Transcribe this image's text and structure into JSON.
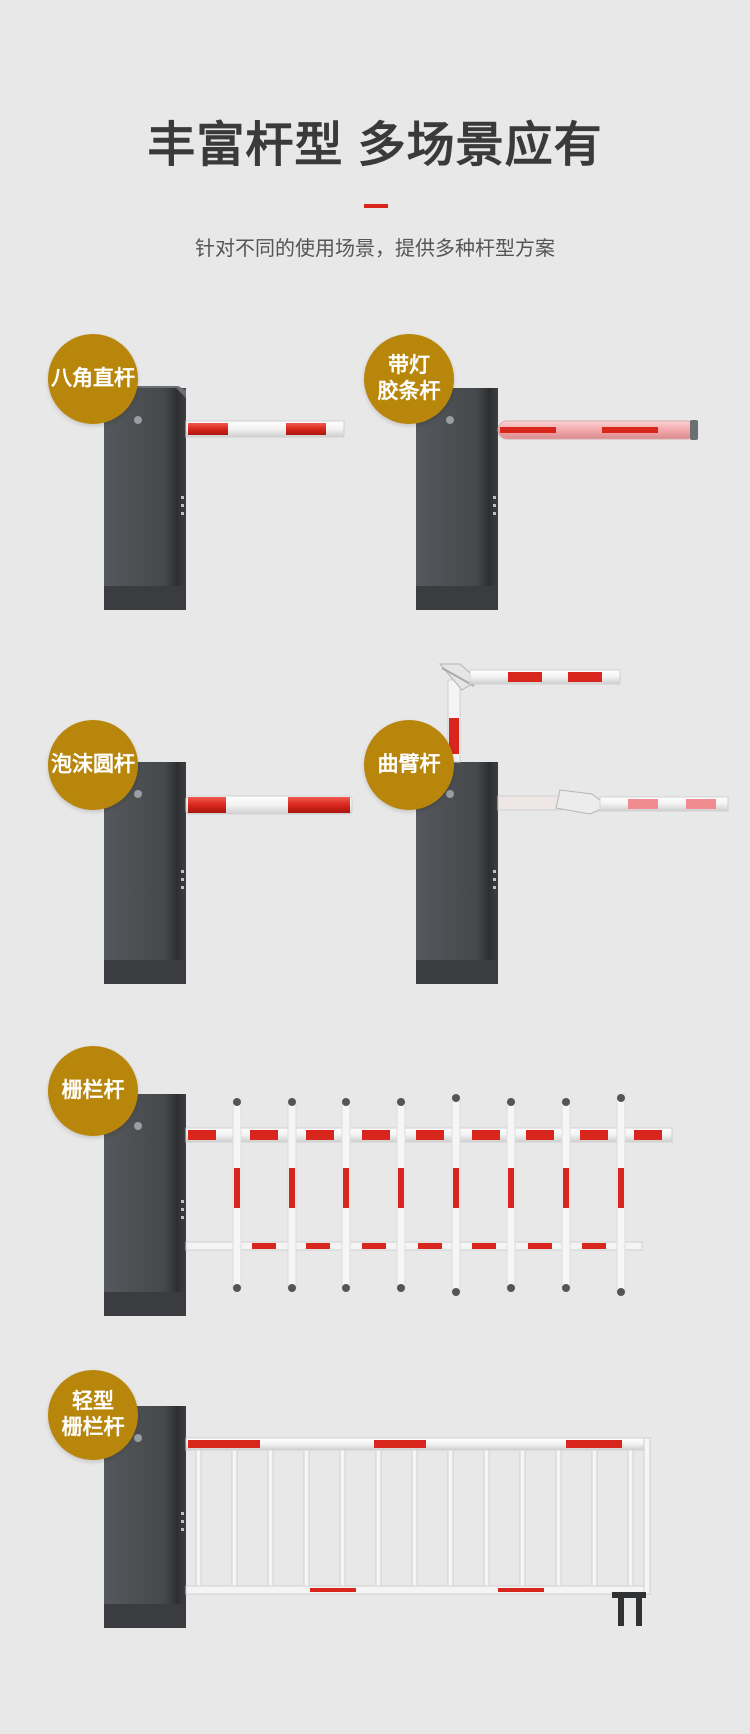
{
  "header": {
    "title": "丰富杆型 多场景应有",
    "subtitle": "针对不同的使用场景，提供多种杆型方案"
  },
  "products": [
    {
      "label": "八角直杆"
    },
    {
      "label": "带灯\n胶条杆"
    },
    {
      "label": "泡沫圆杆"
    },
    {
      "label": "曲臂杆"
    },
    {
      "label": "栅栏杆"
    },
    {
      "label": "轻型\n栅栏杆"
    }
  ],
  "colors": {
    "background": "#e8e8e8",
    "accent": "#d9261c",
    "badge": "#b8860b",
    "cabinet": "#4a4c4f"
  }
}
